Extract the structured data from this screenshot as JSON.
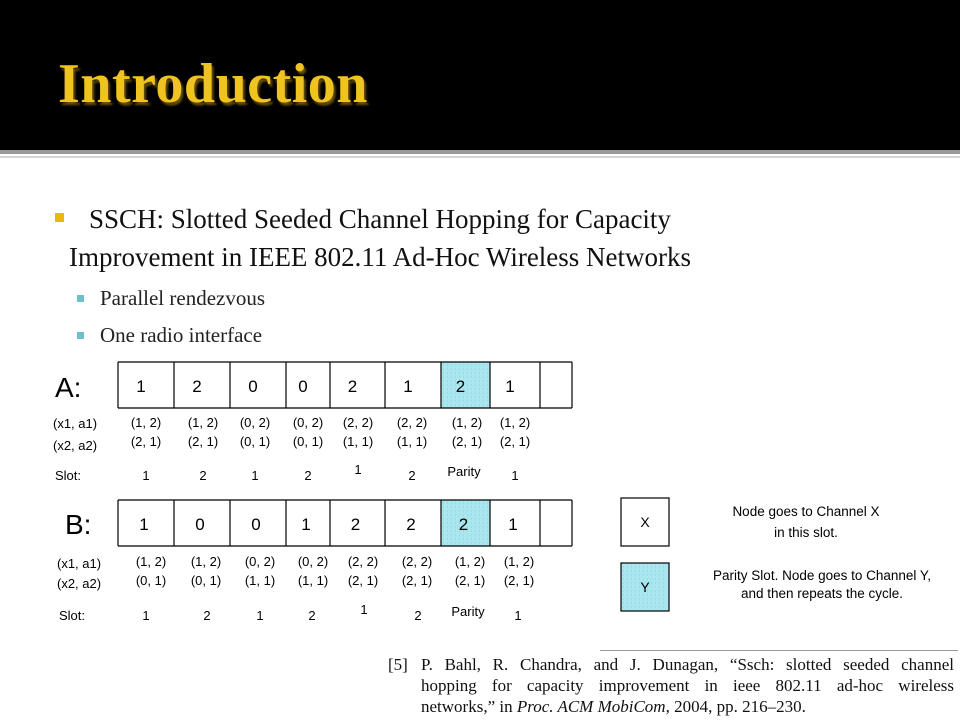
{
  "slide": {
    "title": "Introduction",
    "bullet_main_line1": "SSCH: Slotted Seeded Channel Hopping for Capacity",
    "bullet_main_line2": "Improvement in IEEE 802.11 Ad-Hoc Wireless Networks",
    "sub_bullets": [
      "Parallel rendezvous",
      "One radio interface"
    ]
  },
  "diagram": {
    "rows": [
      {
        "label": "A:",
        "pair_label_1": "(x1, a1)",
        "pair_label_2": "(x2, a2)",
        "channels": [
          "1",
          "2",
          "0",
          "0",
          "2",
          "1",
          "2",
          "1"
        ],
        "parity_index": 6,
        "pairs": [
          [
            "(1, 2)",
            "(2, 1)"
          ],
          [
            "(1, 2)",
            "(2, 1)"
          ],
          [
            "(0, 2)",
            "(0, 1)"
          ],
          [
            "(0, 2)",
            "(0, 1)"
          ],
          [
            "(2, 2)",
            "(1, 1)"
          ],
          [
            "(2, 2)",
            "(1, 1)"
          ],
          [
            "(1, 2)",
            "(2, 1)"
          ],
          [
            "(1, 2)",
            "(2, 1)"
          ]
        ],
        "slot_label": "Slot:",
        "slots": [
          "1",
          "2",
          "1",
          "2",
          "1",
          "2",
          "Parity",
          "1"
        ]
      },
      {
        "label": "B:",
        "pair_label_1": "(x1, a1)",
        "pair_label_2": "(x2, a2)",
        "channels": [
          "1",
          "0",
          "0",
          "1",
          "2",
          "2",
          "2",
          "1"
        ],
        "parity_index": 6,
        "pairs": [
          [
            "(1, 2)",
            "(0, 1)"
          ],
          [
            "(1, 2)",
            "(0, 1)"
          ],
          [
            "(0, 2)",
            "(1, 1)"
          ],
          [
            "(0, 2)",
            "(1, 1)"
          ],
          [
            "(2, 2)",
            "(2, 1)"
          ],
          [
            "(2, 2)",
            "(2, 1)"
          ],
          [
            "(1, 2)",
            "(2, 1)"
          ],
          [
            "(1, 2)",
            "(2, 1)"
          ]
        ],
        "slot_label": "Slot:",
        "slots": [
          "1",
          "2",
          "1",
          "2",
          "1",
          "2",
          "Parity",
          "1"
        ]
      }
    ],
    "legend": [
      {
        "box": "X",
        "line1": "Node goes to Channel X",
        "line2": "in this slot.",
        "fill": "#ffffff"
      },
      {
        "box": "Y",
        "line1": "Parity Slot.  Node goes to Channel Y,",
        "line2": "and then repeats the cycle.",
        "fill": "#a9e6ee"
      }
    ]
  },
  "reference": {
    "tag": "[5]",
    "line1": "P. Bahl, R. Chandra, and J. Dunagan, “Ssch: slotted seeded channel",
    "line2": "hopping for capacity improvement in ieee 802.11 ad-hoc wireless",
    "line3_pre": "networks,” in ",
    "line3_ital": "Proc. ACM MobiCom",
    "line3_post": ", 2004, pp. 216–230."
  },
  "colors": {
    "title": "#f0c420",
    "header_bg": "#000000",
    "main_bullet": "#e8b80c",
    "sub_bullet": "#6fbfcb",
    "parity_fill": "#a9e6ee"
  }
}
